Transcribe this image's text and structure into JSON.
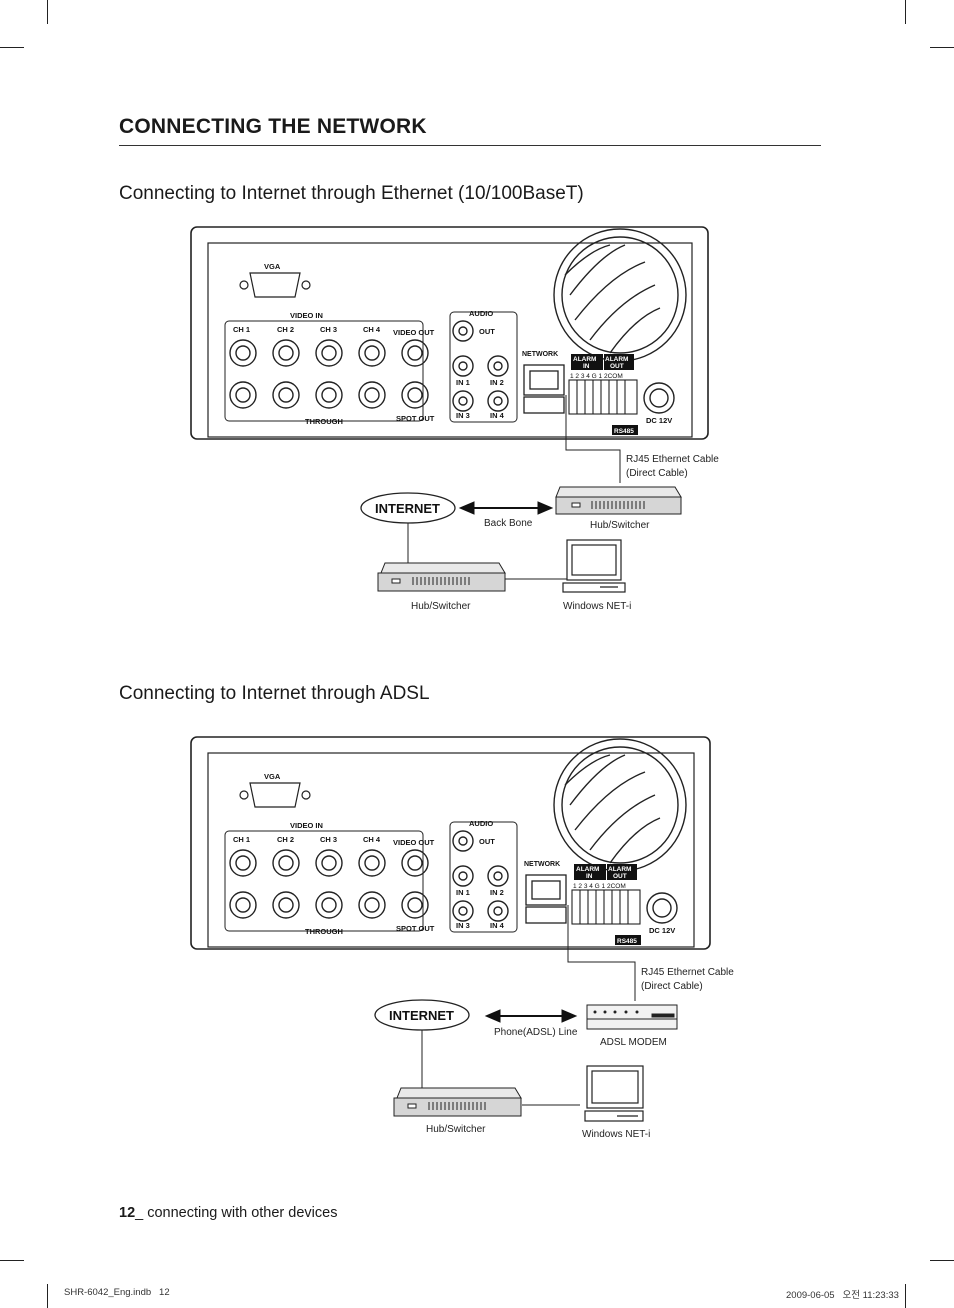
{
  "page": {
    "section_title": "CONNECTING THE NETWORK",
    "footer": {
      "page_number": "12",
      "page_text": "_ connecting with other devices"
    },
    "print_info": {
      "left": "SHR-6042_Eng.indb   12",
      "right": "2009-06-05   오전 11:23:33"
    }
  },
  "panel_labels": {
    "vga": "VGA",
    "video_in": "VIDEO IN",
    "video_out": "VIDEO OUT",
    "ch1": "CH 1",
    "ch2": "CH 2",
    "ch3": "CH 3",
    "ch4": "CH 4",
    "through": "THROUGH",
    "spot_out": "SPOT OUT",
    "audio": "AUDIO",
    "out": "OUT",
    "in1": "IN 1",
    "in2": "IN 2",
    "in3": "IN 3",
    "in4": "IN 4",
    "network": "NETWORK",
    "alarm": "ALARM",
    "alarm_in": "IN",
    "alarm_out": "OUT",
    "terminals": "1 2 3 4 G 1 2COM",
    "rs485": "RS485",
    "dc12v": "DC 12V"
  },
  "diagram1": {
    "subtitle": "Connecting to Internet through Ethernet (10/100BaseT)",
    "cable_label_line1": "RJ45 Ethernet Cable",
    "cable_label_line2": "(Direct Cable)",
    "internet": "INTERNET",
    "link_label": "Back Bone",
    "device_right": "Hub/Switcher",
    "device_bottom_left": "Hub/Switcher",
    "device_bottom_right": "Windows NET-i"
  },
  "diagram2": {
    "subtitle": "Connecting to Internet through ADSL",
    "cable_label_line1": "RJ45 Ethernet Cable",
    "cable_label_line2": "(Direct Cable)",
    "internet": "INTERNET",
    "link_label": "Phone(ADSL) Line",
    "device_right": "ADSL MODEM",
    "device_bottom_left": "Hub/Switcher",
    "device_bottom_right": "Windows NET-i"
  }
}
